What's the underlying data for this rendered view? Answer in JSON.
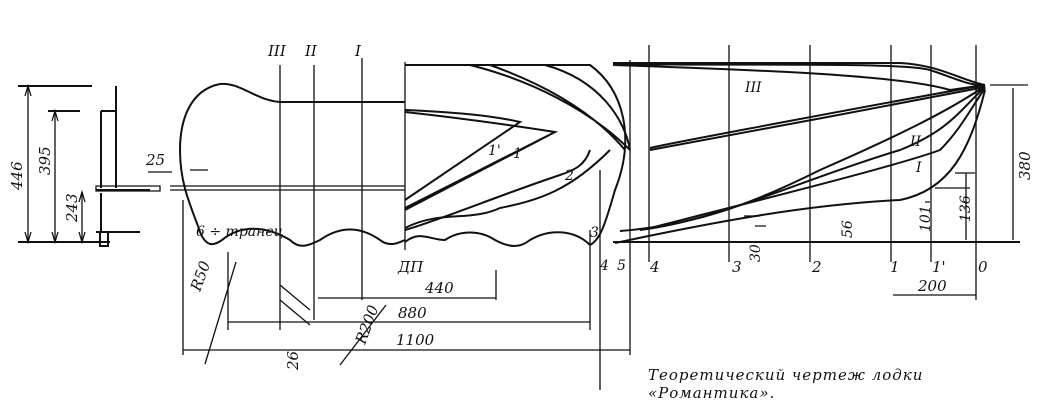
{
  "caption": "Теоретический чертеж лодки «Романтика».",
  "body_plan": {
    "section_labels": [
      "III",
      "II",
      "I"
    ],
    "transom_label": "6 ÷ транец",
    "centerline_label": "ДП",
    "waterline_labels": [
      "1'",
      "1",
      "2",
      "3",
      "4",
      "5"
    ],
    "dimensions": {
      "overall_height": "446",
      "height_2": "395",
      "height_3": "243",
      "offset": "25",
      "radius_small": "R50",
      "radius_large": "R200",
      "depth": "26",
      "width_440": "440",
      "width_880": "880",
      "width_1100": "1100"
    }
  },
  "profile": {
    "station_labels": [
      "4",
      "3",
      "2",
      "1",
      "1'",
      "0"
    ],
    "buttock_labels": [
      "III",
      "II",
      "I"
    ],
    "dimensions": {
      "stem_height": "380",
      "d136": "136",
      "d101": "101",
      "d56": "56",
      "d30": "30",
      "d200": "200"
    }
  }
}
